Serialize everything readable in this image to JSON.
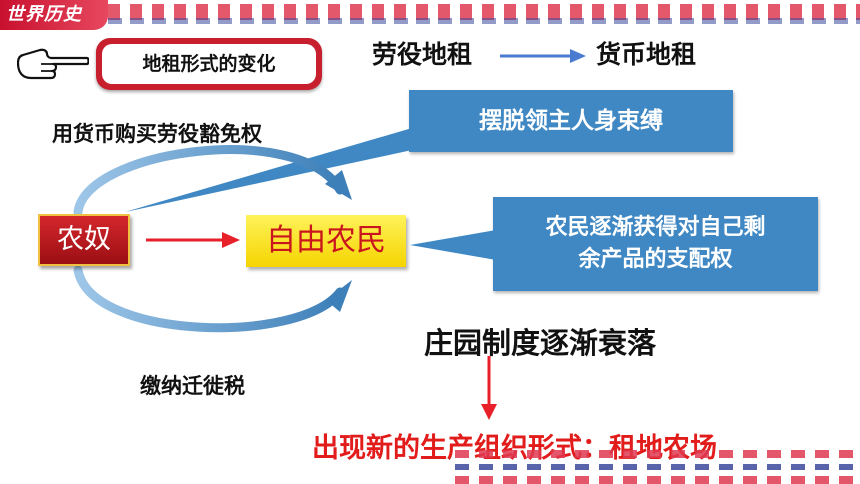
{
  "header": {
    "logo_text": "世界历史"
  },
  "title": {
    "label": "地租形式的变化"
  },
  "rent_change": {
    "from": "劳役地租",
    "to": "货币地租"
  },
  "labels": {
    "purchase_exemption": "用货币购买劳役豁免权",
    "pay_tax": "缴纳迁徙税",
    "manor_decline": "庄园制度逐渐衰落",
    "new_organization": "出现新的生产组织形式：租地农场"
  },
  "callouts": {
    "escape": "摆脱领主人身束缚",
    "surplus_line1": "农民逐渐获得对自己剩",
    "surplus_line2": "余产品的支配权"
  },
  "boxes": {
    "serf": "农奴",
    "free_peasant": "自由农民"
  },
  "colors": {
    "accent_red": "#c71f2e",
    "callout_blue": "#3f88c3",
    "free_yellow": "#f5d400",
    "text_red": "#e21b1b"
  }
}
